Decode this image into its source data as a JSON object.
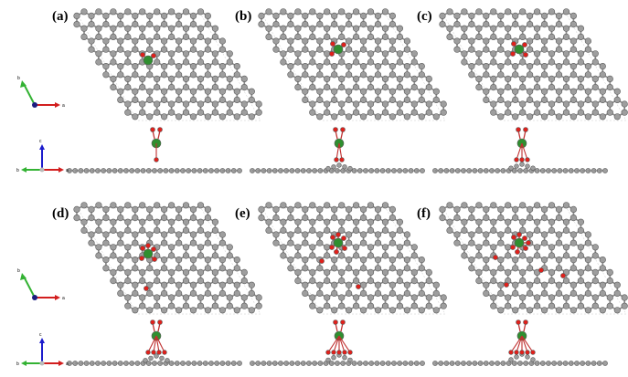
{
  "panels": [
    {
      "label": "(a)"
    },
    {
      "label": "(b)"
    },
    {
      "label": "(c)"
    },
    {
      "label": "(d)"
    },
    {
      "label": "(e)"
    },
    {
      "label": "(f)"
    }
  ],
  "axes": {
    "top_view": {
      "labels": [
        "b",
        "a"
      ]
    },
    "side_view": {
      "labels": [
        "c",
        "b",
        "a"
      ]
    }
  },
  "colors": {
    "carbon": "#9e9e9e",
    "carbon_edge": "#5c5c5c",
    "bond": "#8a8a8a",
    "oxygen": "#e0201b",
    "metal": "#2f8f2f",
    "axis_a": "#d21e1e",
    "axis_b": "#33b233",
    "axis_c": "#1c1ccc",
    "cell": "#c8c8c8"
  },
  "oxygen_count": [
    2,
    3,
    4,
    5,
    6,
    7
  ]
}
